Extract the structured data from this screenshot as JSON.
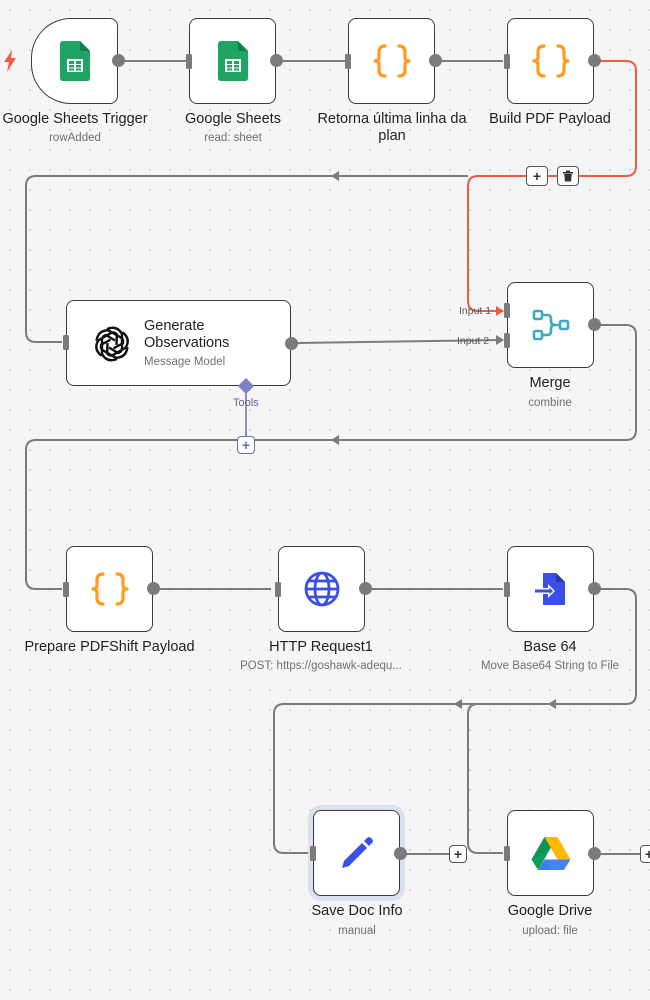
{
  "nodes": {
    "sheets_trigger": {
      "title": "Google Sheets Trigger",
      "subtitle": "rowAdded",
      "icon": "google-sheets-icon"
    },
    "sheets": {
      "title": "Google Sheets",
      "subtitle": "read: sheet",
      "icon": "google-sheets-icon"
    },
    "retorna": {
      "title": "Retorna última linha da plan",
      "subtitle": "",
      "icon": "code-braces-icon"
    },
    "build_pdf": {
      "title": "Build PDF Payload",
      "subtitle": "",
      "icon": "code-braces-icon"
    },
    "generate": {
      "title": "Generate Observations",
      "subtitle": "Message Model",
      "icon": "openai-icon"
    },
    "merge": {
      "title": "Merge",
      "subtitle": "combine",
      "icon": "merge-icon",
      "input1": "Input 1",
      "input2": "Input 2"
    },
    "prepare": {
      "title": "Prepare PDFShift Payload",
      "subtitle": "",
      "icon": "code-braces-icon"
    },
    "http": {
      "title": "HTTP Request1",
      "subtitle": "POST: https://goshawk-adequ...",
      "icon": "globe-icon"
    },
    "base64": {
      "title": "Base 64",
      "subtitle": "Move Base64 String to File",
      "icon": "file-convert-icon"
    },
    "save_doc": {
      "title": "Save Doc Info",
      "subtitle": "manual",
      "icon": "pencil-icon"
    },
    "gdrive": {
      "title": "Google Drive",
      "subtitle": "upload: file",
      "icon": "google-drive-icon"
    }
  },
  "tools_label": "Tools",
  "plus_symbol": "+",
  "colors": {
    "accent_active": "#ef5b46",
    "edge": "#7b7b7b",
    "code_orange": "#ff9b1f",
    "sheets_green": "#1fa463",
    "merge_teal": "#3aa9c5",
    "blue_icon": "#3b4ee6",
    "tool_purple": "#6a6ea8"
  }
}
